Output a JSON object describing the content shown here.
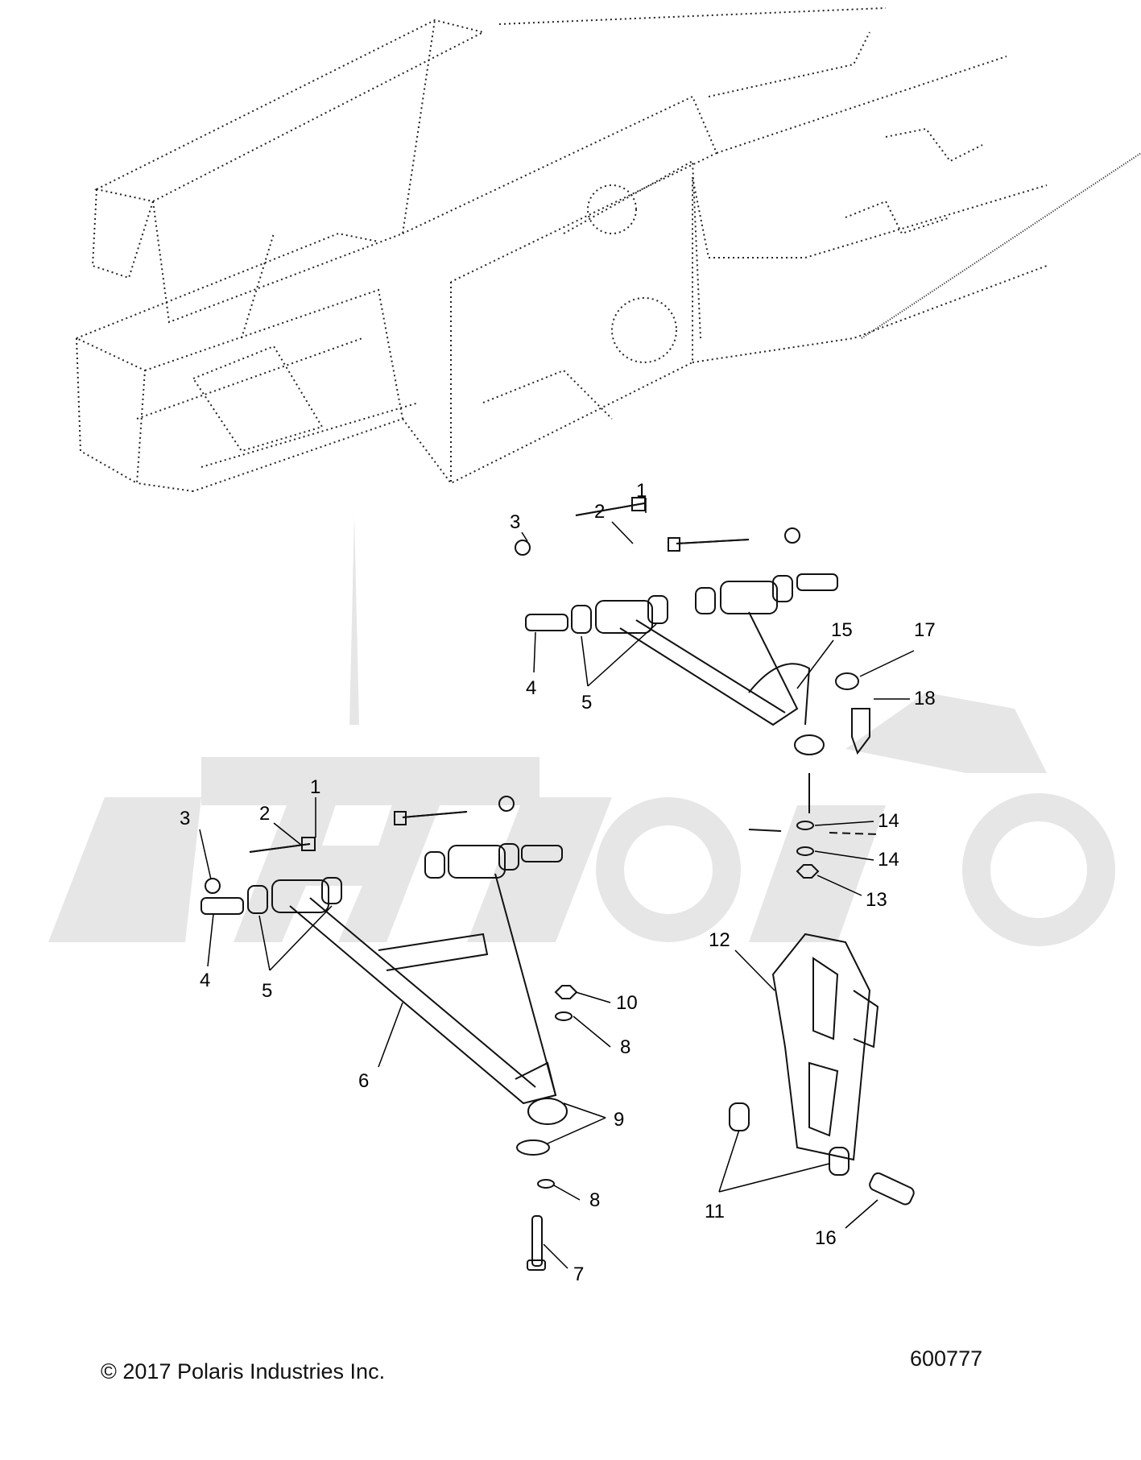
{
  "diagram": {
    "callouts": [
      {
        "id": "c1a",
        "text": "1"
      },
      {
        "id": "c2a",
        "text": "2"
      },
      {
        "id": "c3a",
        "text": "3"
      },
      {
        "id": "c4a",
        "text": "4"
      },
      {
        "id": "c5a",
        "text": "5"
      },
      {
        "id": "c15",
        "text": "15"
      },
      {
        "id": "c17",
        "text": "17"
      },
      {
        "id": "c18",
        "text": "18"
      },
      {
        "id": "c14a",
        "text": "14"
      },
      {
        "id": "c14b",
        "text": "14"
      },
      {
        "id": "c13",
        "text": "13"
      },
      {
        "id": "c12",
        "text": "12"
      },
      {
        "id": "c1b",
        "text": "1"
      },
      {
        "id": "c2b",
        "text": "2"
      },
      {
        "id": "c3b",
        "text": "3"
      },
      {
        "id": "c4b",
        "text": "4"
      },
      {
        "id": "c5b",
        "text": "5"
      },
      {
        "id": "c6",
        "text": "6"
      },
      {
        "id": "c10",
        "text": "10"
      },
      {
        "id": "c8a",
        "text": "8"
      },
      {
        "id": "c9",
        "text": "9"
      },
      {
        "id": "c8b",
        "text": "8"
      },
      {
        "id": "c7",
        "text": "7"
      },
      {
        "id": "c11",
        "text": "11"
      },
      {
        "id": "c16",
        "text": "16"
      }
    ]
  },
  "footer": {
    "copyright": "© 2017 Polaris Industries Inc.",
    "figure_number": "600777"
  },
  "colors": {
    "line": "#111111",
    "watermark": "#e6e6e6",
    "background": "#ffffff"
  }
}
